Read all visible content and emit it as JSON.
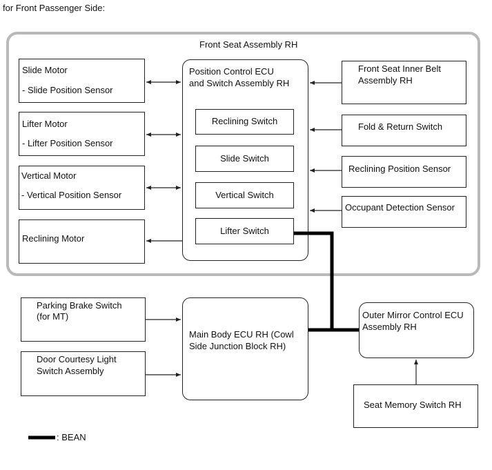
{
  "header": "for Front Passenger Side:",
  "group_title": "Front Seat Assembly RH",
  "left_boxes": {
    "slide": {
      "line1": "Slide Motor",
      "line2": "- Slide Position Sensor"
    },
    "lifter": {
      "line1": "Lifter Motor",
      "line2": "- Lifter Position Sensor"
    },
    "vertical": {
      "line1": "Vertical Motor",
      "line2": "- Vertical Position Sensor"
    },
    "reclining": {
      "line1": "Reclining Motor"
    }
  },
  "ecu": {
    "line1": "Position Control ECU",
    "line2": "and Switch Assembly RH",
    "switches": {
      "reclining": "Reclining Switch",
      "slide": "Slide Switch",
      "vertical": "Vertical Switch",
      "lifter": "Lifter Switch"
    }
  },
  "right_boxes": {
    "belt": {
      "line1": "Front Seat Inner Belt",
      "line2": "Assembly RH"
    },
    "fold": "Fold & Return Switch",
    "reclining_sensor": "Reclining Position Sensor",
    "occupant": "Occupant Detection Sensor"
  },
  "lower": {
    "parking": {
      "line1": "Parking Brake Switch",
      "line2": "(for MT)"
    },
    "door": {
      "line1": "Door Courtesy Light",
      "line2": "Switch Assembly"
    },
    "main_body": {
      "line1": "Main Body ECU RH (Cowl",
      "line2": "Side Junction Block RH)"
    },
    "mirror": {
      "line1": "Outer Mirror Control ECU",
      "line2": "Assembly RH"
    },
    "memory": "Seat Memory Switch RH"
  },
  "legend": {
    "label": ": BEAN"
  },
  "colors": {
    "group_border": "#b9b9b9",
    "line": "#222222",
    "bean": "#000000"
  }
}
